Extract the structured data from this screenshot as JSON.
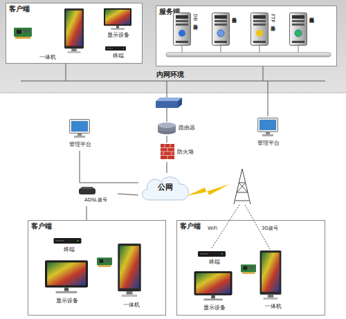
{
  "diagram": {
    "nodes": [
      {
        "text": [
          "客户端"
        ]
      },
      {
        "text": [
          "一体机"
        ],
        "in": 0
      },
      {
        "text": [
          "显示设备"
        ],
        "in": 0
      },
      {
        "text": [
          "终端"
        ],
        "in": 0
      },
      {
        "text": [
          "服务端"
        ]
      },
      {
        "text": [
          "DB服务器"
        ],
        "in": 4
      },
      {
        "text": [
          "主控服务器"
        ],
        "in": 4
      },
      {
        "text": [
          "FTP服务器"
        ],
        "in": 4
      },
      {
        "text": [
          "流媒体服务器"
        ],
        "in": 4
      },
      {
        "text": [
          "路由器"
        ]
      },
      {
        "text": [
          "防火墙"
        ]
      },
      {
        "text": [
          "管理平台"
        ]
      },
      {
        "text": [
          "管理平台"
        ]
      },
      {
        "text": [
          "公网"
        ]
      },
      {
        "text": [
          "ADSL拨号"
        ]
      },
      {
        "text": [
          "客户端"
        ]
      },
      {
        "text": [
          "终端"
        ],
        "in": 15
      },
      {
        "text": [
          "显示设备"
        ],
        "in": 15
      },
      {
        "text": [
          "一体机"
        ],
        "in": 15
      },
      {
        "text": [
          "客户端"
        ]
      },
      {
        "text": [
          "终端"
        ],
        "in": 19
      },
      {
        "text": [
          "显示设备"
        ],
        "in": 19
      },
      {
        "text": [
          "一体机"
        ],
        "in": 19
      }
    ],
    "edges": [
      {
        "from": 9,
        "to": 10,
        "arrow": "none"
      },
      {
        "from": 10,
        "to": 13,
        "arrow": "none"
      },
      {
        "from": 11,
        "to": 13,
        "arrow": "none"
      },
      {
        "from": 14,
        "to": 13,
        "arrow": "none"
      },
      {
        "from": 15,
        "to": 14,
        "arrow": "none"
      }
    ],
    "labels": [
      "内网环境",
      "WiFi",
      "3G拨号"
    ]
  }
}
